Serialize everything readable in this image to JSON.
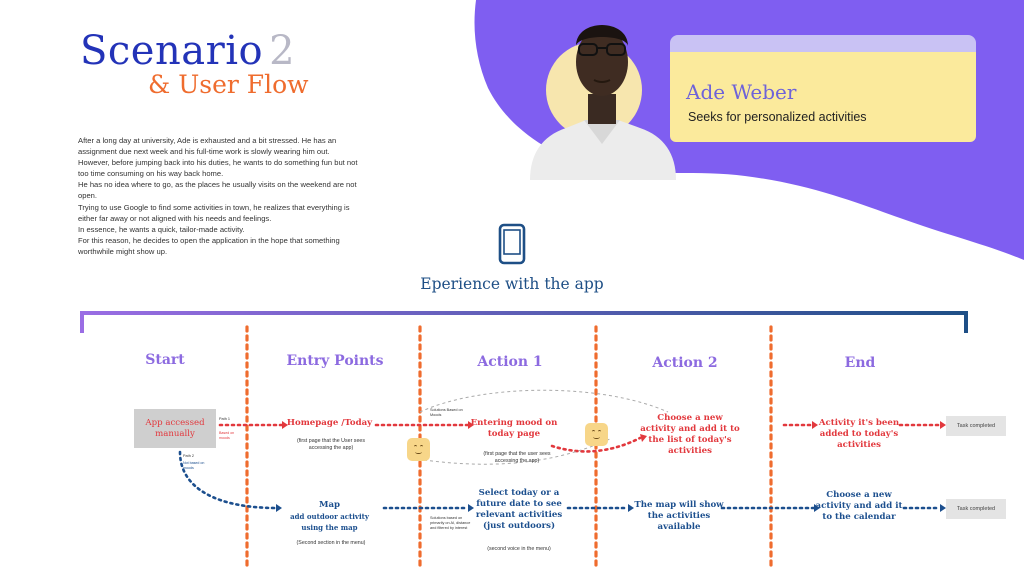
{
  "header": {
    "title": "Scenario",
    "title_number": "2",
    "subtitle": "& User Flow"
  },
  "story": [
    "After a long day at university, Ade is exhausted and a bit stressed. He has an assignment due next week and his full-time work is slowly wearing him out.",
    "However, before jumping back into his duties, he wants to do something fun but not too time consuming on his way back home.",
    "He has no idea where to go, as the places he usually visits on the weekend are not open.",
    "Trying to use Google to find some activities in town, he realizes that everything is either far away or not aligned with his needs and feelings.",
    "In essence, he wants a quick, tailor-made activity.",
    "For this reason, he decides to open the application in the hope that something worthwhile might show up."
  ],
  "persona": {
    "name": "Ade Weber",
    "description": "Seeks for personalized activities"
  },
  "experience_title": "Eperience with the app",
  "phases": [
    "Start",
    "Entry Points",
    "Action 1",
    "Action 2",
    "End"
  ],
  "start": {
    "label": "App accessed manually",
    "path1": "Path 1",
    "path1_note": "Based on moods",
    "path2": "Path 2",
    "path2_note": "Not based on moods"
  },
  "path1": {
    "entry": "Homepage /Today",
    "entry_note": "(first page that the User sees accessing the app)",
    "solutions_note": "Solutions Based on Moods",
    "action1": "Entering mood on today page",
    "action1_note": "(first page that the user sees accessing the app)",
    "action2": "Choose a new activity and add it to the list of today's activities",
    "end": "Activity it's been added to today's activities",
    "task": "Task completed"
  },
  "path2": {
    "entry": "Map",
    "entry_sub": "add outdoor activity using the map",
    "entry_note": "(Second section in the menu)",
    "solutions_note": "Solutions based on primarily on AI, distance and filtered by interest",
    "action1": "Select today or a future date to see relevant activities (just outdoors)",
    "action1_note": "(second voice in the menu)",
    "action2": "The map will show the activities available",
    "end": "Choose a new activity and add it to the calendar",
    "task": "Task completed"
  },
  "colors": {
    "navy": "#2333b8",
    "orange": "#ef6c2e",
    "purple": "#8c6ae0",
    "red": "#e2383d",
    "blue": "#1c4f8e",
    "blob": "#7f5ef1"
  },
  "icons": [
    "phone-icon",
    "smile-emoji-icon",
    "person-portrait"
  ]
}
